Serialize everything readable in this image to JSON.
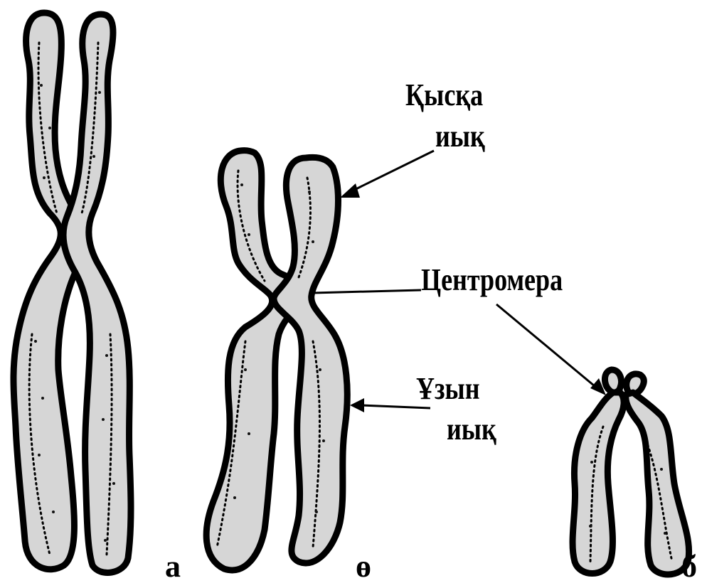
{
  "labels": {
    "short_arm_line1": "Қысқа",
    "short_arm_line2": "иық",
    "centromere": "Центромера",
    "long_arm_line1": "Ұзын",
    "long_arm_line2": "иық"
  },
  "letters": {
    "a": "а",
    "o": "ө",
    "b": "б"
  },
  "colors": {
    "outline": "#000000",
    "fill": "#d6d6d6",
    "background": "#ffffff"
  }
}
